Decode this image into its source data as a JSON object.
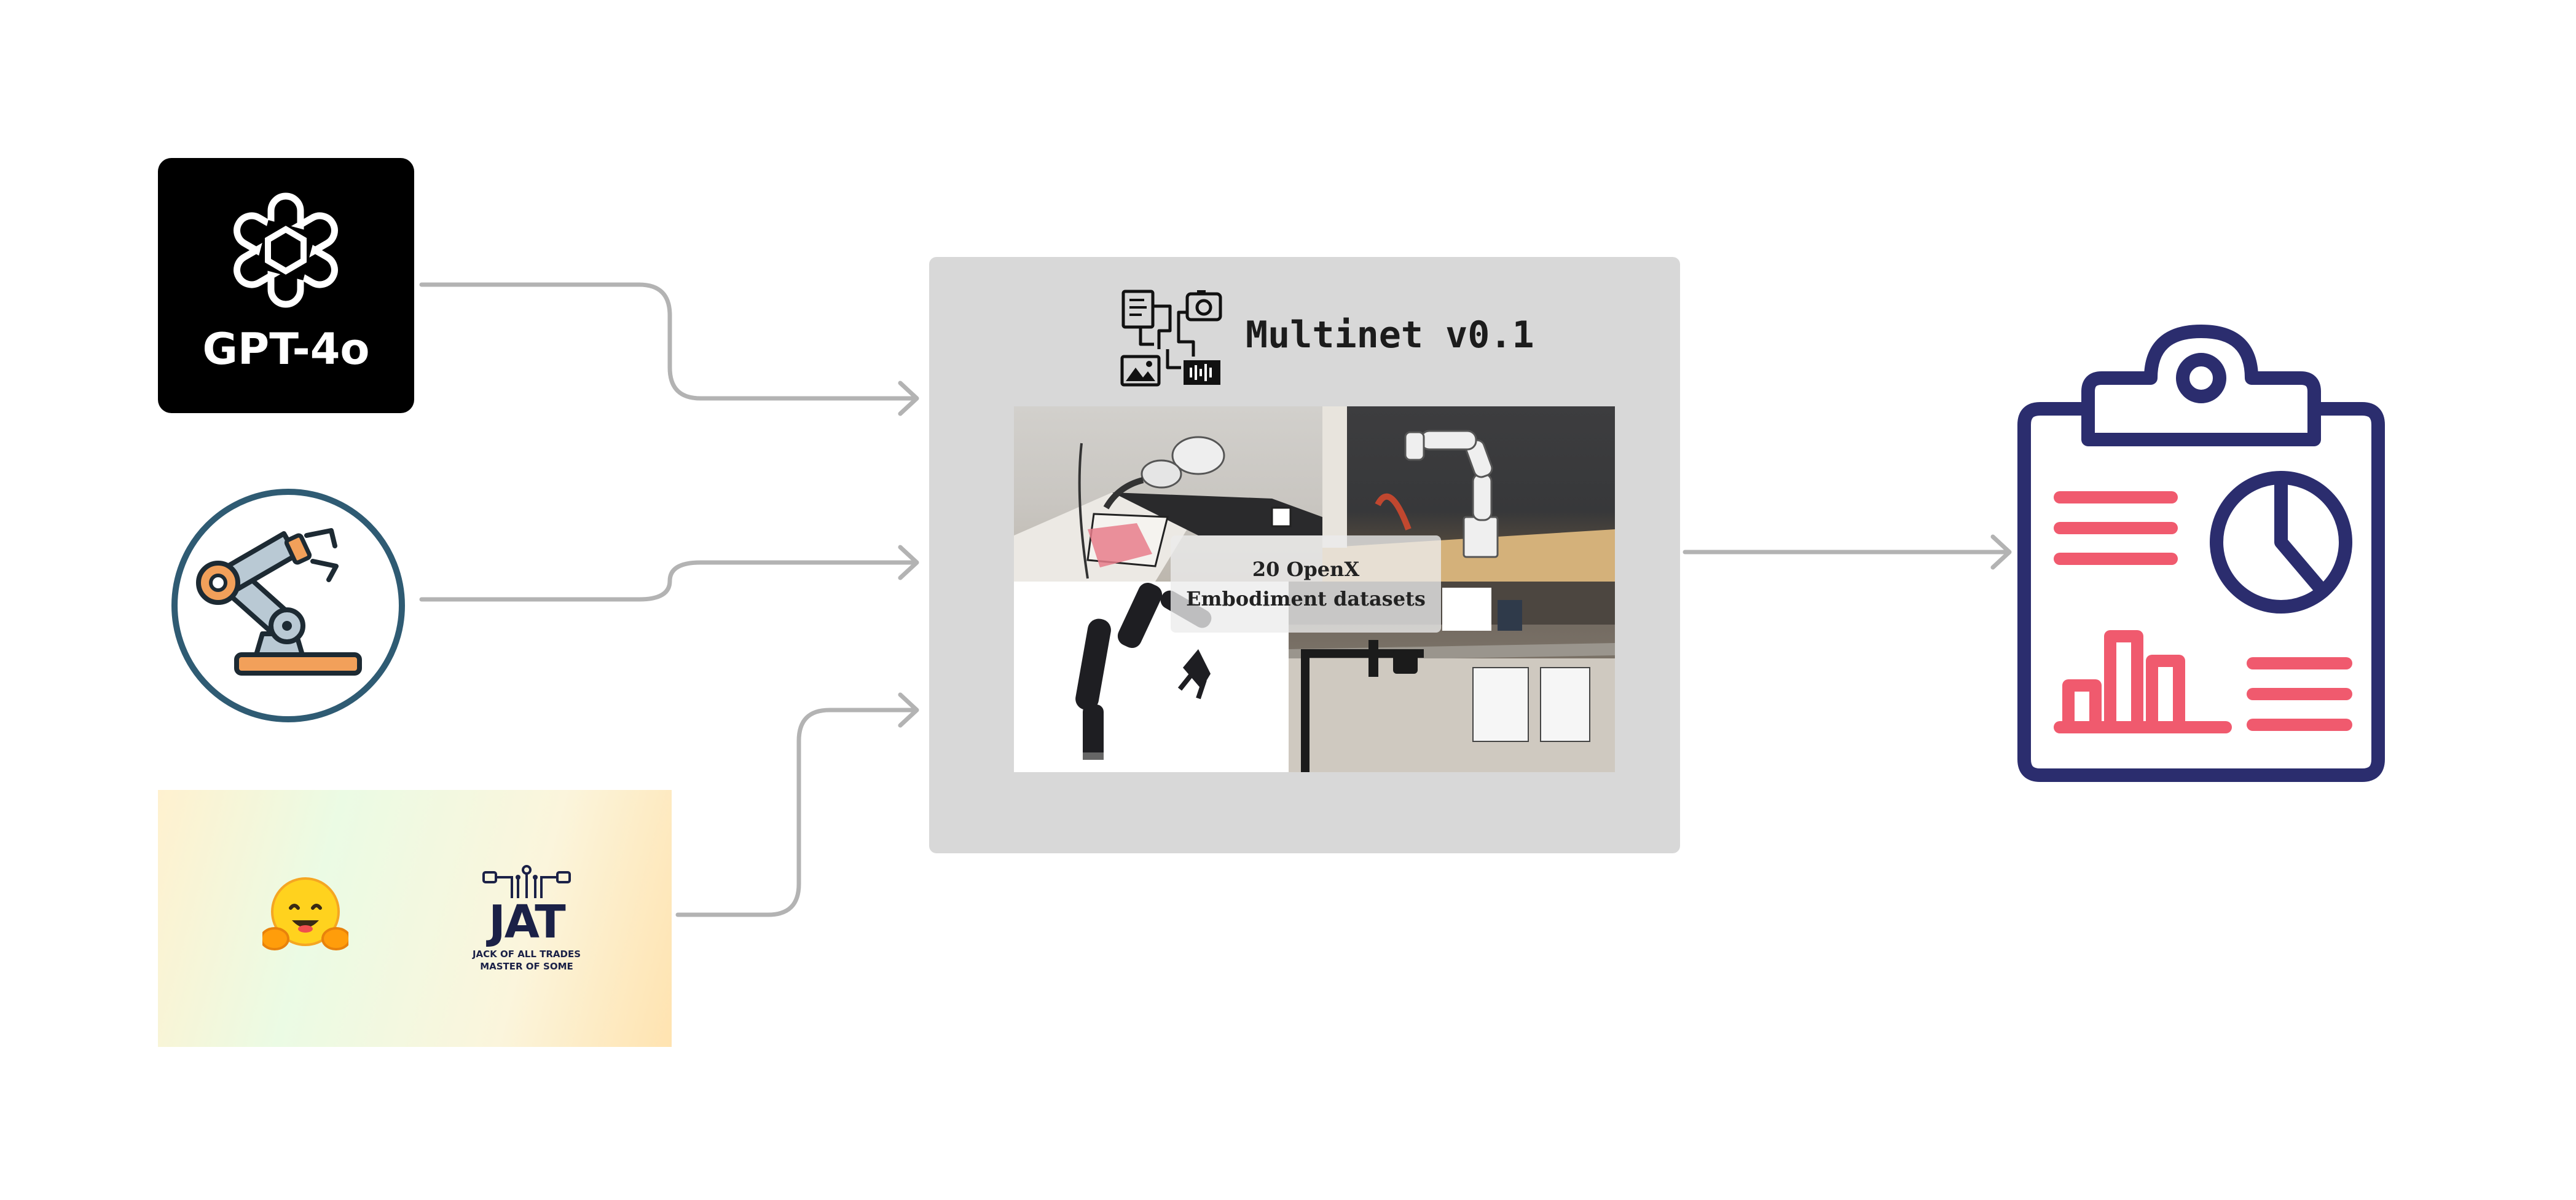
{
  "sources": {
    "gpt": {
      "label": "GPT-4o",
      "icon": "openai-logo-icon"
    },
    "robot": {
      "icon": "robot-arm-icon"
    },
    "jat": {
      "hug_icon": "hugging-face-emoji-icon",
      "logo_title": "JAT",
      "logo_sub1": "JACK OF ALL TRADES",
      "logo_sub2": "MASTER OF SOME"
    }
  },
  "multinet": {
    "title": "Multinet v0.1",
    "icon": "multimodal-data-icon",
    "dataset_label": "20 OpenX Embodiment datasets"
  },
  "output": {
    "icon": "report-clipboard-icon"
  },
  "colors": {
    "connector": "#b3b3b3",
    "report_outline": "#2b2d6e",
    "report_accent": "#f05a6e",
    "robot_ring": "#2f5b73",
    "box_fill": "#d8d8d8"
  }
}
